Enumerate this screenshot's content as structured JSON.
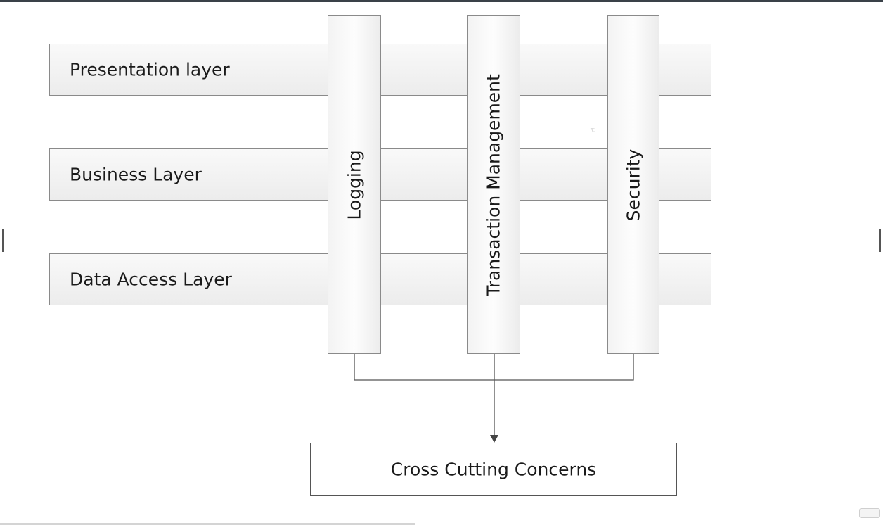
{
  "layers": [
    {
      "label": "Presentation layer"
    },
    {
      "label": "Business Layer"
    },
    {
      "label": "Data Access Layer"
    }
  ],
  "concerns": [
    {
      "label": "Logging"
    },
    {
      "label": "Transaction Management"
    },
    {
      "label": "Security"
    }
  ],
  "result": {
    "label": "Cross Cutting Concerns"
  },
  "colors": {
    "box_border": "#8a8a8a",
    "connector": "#555555",
    "top_border": "#3a4148"
  },
  "icons": {
    "cursor": "hand-cursor-icon",
    "arrow": "arrow-down-icon"
  }
}
